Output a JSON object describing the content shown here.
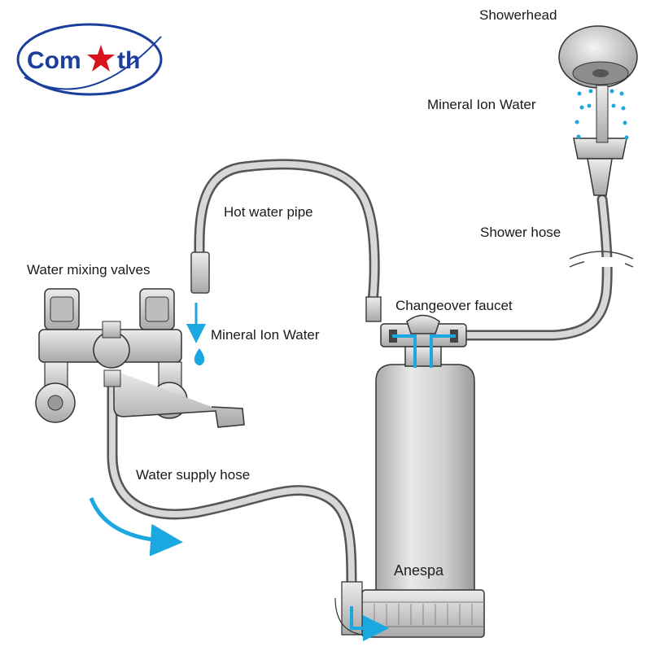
{
  "logo": {
    "text_left": "Com",
    "text_right": "th",
    "color_text": "#1a3e9c",
    "color_ring": "#1a3e9c",
    "color_star": "#d8141c"
  },
  "labels": {
    "showerhead": "Showerhead",
    "mineral_ion_water_top": "Mineral Ion Water",
    "hot_water_pipe": "Hot water pipe",
    "shower_hose": "Shower hose",
    "water_mixing_valves": "Water mixing valves",
    "changeover_faucet": "Changeover faucet",
    "mineral_ion_water_mid": "Mineral Ion Water",
    "water_supply_hose": "Water supply hose",
    "anespa": "Anespa"
  },
  "colors": {
    "water_flow": "#1ba7e0",
    "hose": "#6b6b6b",
    "metal": "#cfcfcf"
  }
}
